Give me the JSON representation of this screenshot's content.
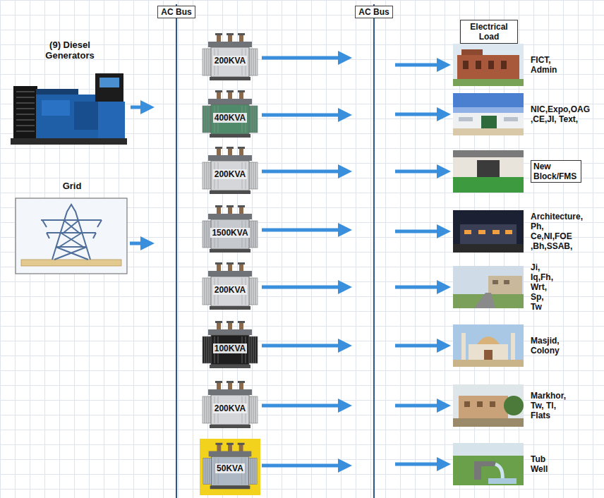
{
  "diagram": {
    "nodes": [
      {
        "text": [
          "AC Bus"
        ]
      },
      {
        "text": [
          "AC Bus"
        ]
      },
      {
        "text": [
          "Electrical Load"
        ]
      },
      {
        "text": [
          "(9) Diesel Generators"
        ]
      },
      {
        "text": [
          "Grid"
        ]
      },
      {
        "text": [
          "200KVA"
        ]
      },
      {
        "text": [
          "400KVA"
        ]
      },
      {
        "text": [
          "200KVA"
        ]
      },
      {
        "text": [
          "1500KVA"
        ]
      },
      {
        "text": [
          "200KVA"
        ]
      },
      {
        "text": [
          "100KVA"
        ]
      },
      {
        "text": [
          "200KVA"
        ]
      },
      {
        "text": [
          "50KVA"
        ]
      },
      {
        "text": [
          "FICT, Admin"
        ]
      },
      {
        "text": [
          "NIC,Expo,OAG ,CE,JI, Text,"
        ]
      },
      {
        "text": [
          "New Block/FMS"
        ]
      },
      {
        "text": [
          "Architecture, Ph, Ce,NI,FOE ,Bh,SSAB,"
        ]
      },
      {
        "text": [
          "Ji, Iq,Fh, Wrt, Sp, Tw"
        ]
      },
      {
        "text": [
          "Masjid, Colony"
        ]
      },
      {
        "text": [
          "Markhor, Tw, Tl, Flats"
        ]
      },
      {
        "text": [
          "Tub Well"
        ]
      }
    ],
    "edges": [
      {
        "from": 3,
        "to": 0,
        "arrow": "to"
      },
      {
        "from": 4,
        "to": 0,
        "arrow": "to"
      },
      {
        "from": 5,
        "to": 1,
        "arrow": "to"
      },
      {
        "from": 6,
        "to": 1,
        "arrow": "to"
      },
      {
        "from": 7,
        "to": 1,
        "arrow": "to"
      },
      {
        "from": 8,
        "to": 1,
        "arrow": "to"
      },
      {
        "from": 9,
        "to": 1,
        "arrow": "to"
      },
      {
        "from": 10,
        "to": 1,
        "arrow": "to"
      },
      {
        "from": 11,
        "to": 1,
        "arrow": "to"
      },
      {
        "from": 12,
        "to": 1,
        "arrow": "to"
      },
      {
        "from": 1,
        "to": 13,
        "arrow": "to"
      },
      {
        "from": 1,
        "to": 14,
        "arrow": "to"
      },
      {
        "from": 1,
        "to": 15,
        "arrow": "to"
      },
      {
        "from": 1,
        "to": 16,
        "arrow": "to"
      },
      {
        "from": 1,
        "to": 17,
        "arrow": "to"
      },
      {
        "from": 1,
        "to": 18,
        "arrow": "to"
      },
      {
        "from": 1,
        "to": 19,
        "arrow": "to"
      },
      {
        "from": 1,
        "to": 20,
        "arrow": "to"
      }
    ]
  }
}
